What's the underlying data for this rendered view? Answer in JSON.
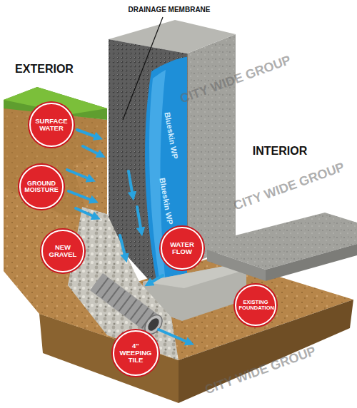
{
  "diagram": {
    "nodes": [
      {
        "text": [
          "SURFACE WATER"
        ]
      },
      {
        "text": [
          "GROUND MOISTURE"
        ]
      },
      {
        "text": [
          "NEW GRAVEL"
        ]
      },
      {
        "text": [
          "WATER FLOW"
        ]
      },
      {
        "text": [
          "EXISTING FOUNDATION"
        ]
      },
      {
        "text": [
          "4\" WEEPING TILE"
        ]
      }
    ],
    "labels": [
      "DRAINAGE MEMBRANE",
      "EXTERIOR",
      "INTERIOR",
      "Blueskin WP",
      "Blueskin WP",
      "CITY WIDE GROUP",
      "CITY WIDE GROUP",
      "CITY WIDE GROUP"
    ]
  }
}
